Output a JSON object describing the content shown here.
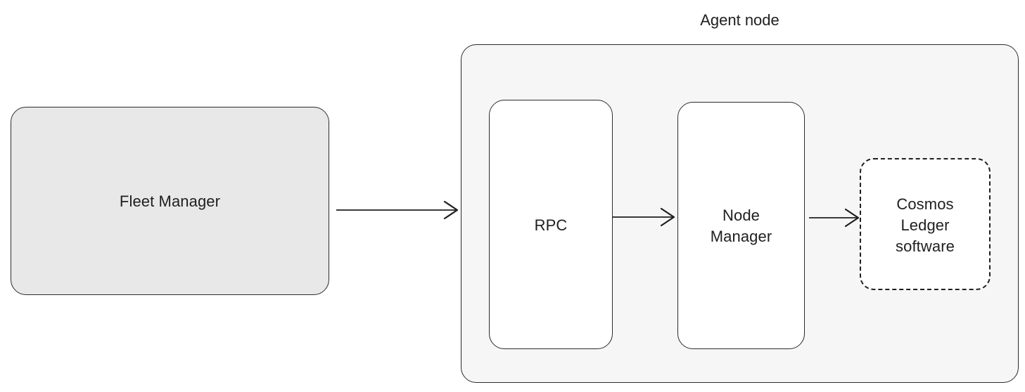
{
  "diagram": {
    "title": "Agent node",
    "background_color": "#ffffff",
    "stroke_color": "#1f1f1f",
    "nodes": {
      "fleet_manager": {
        "label": "Fleet Manager",
        "fill_color": "#e8e8e8",
        "border_style": "solid"
      },
      "agent_node_group": {
        "label": "Agent node",
        "fill_color": "#f6f6f6",
        "border_style": "solid"
      },
      "rpc": {
        "label": "RPC",
        "fill_color": "#ffffff",
        "border_style": "solid"
      },
      "node_manager": {
        "label": "Node\nManager",
        "fill_color": "#ffffff",
        "border_style": "solid"
      },
      "cosmos_ledger": {
        "label": "Cosmos\nLedger\nsoftware",
        "fill_color": "#ffffff",
        "border_style": "dashed"
      }
    },
    "edges": [
      {
        "name": "fleet-manager-to-rpc",
        "from": "Fleet Manager",
        "to": "RPC",
        "arrow": "open-arrowhead"
      },
      {
        "name": "rpc-to-node-manager",
        "from": "RPC",
        "to": "Node Manager",
        "arrow": "open-arrowhead"
      },
      {
        "name": "node-manager-to-cosmos-ledger",
        "from": "Node Manager",
        "to": "Cosmos Ledger software",
        "arrow": "open-arrowhead"
      }
    ]
  }
}
